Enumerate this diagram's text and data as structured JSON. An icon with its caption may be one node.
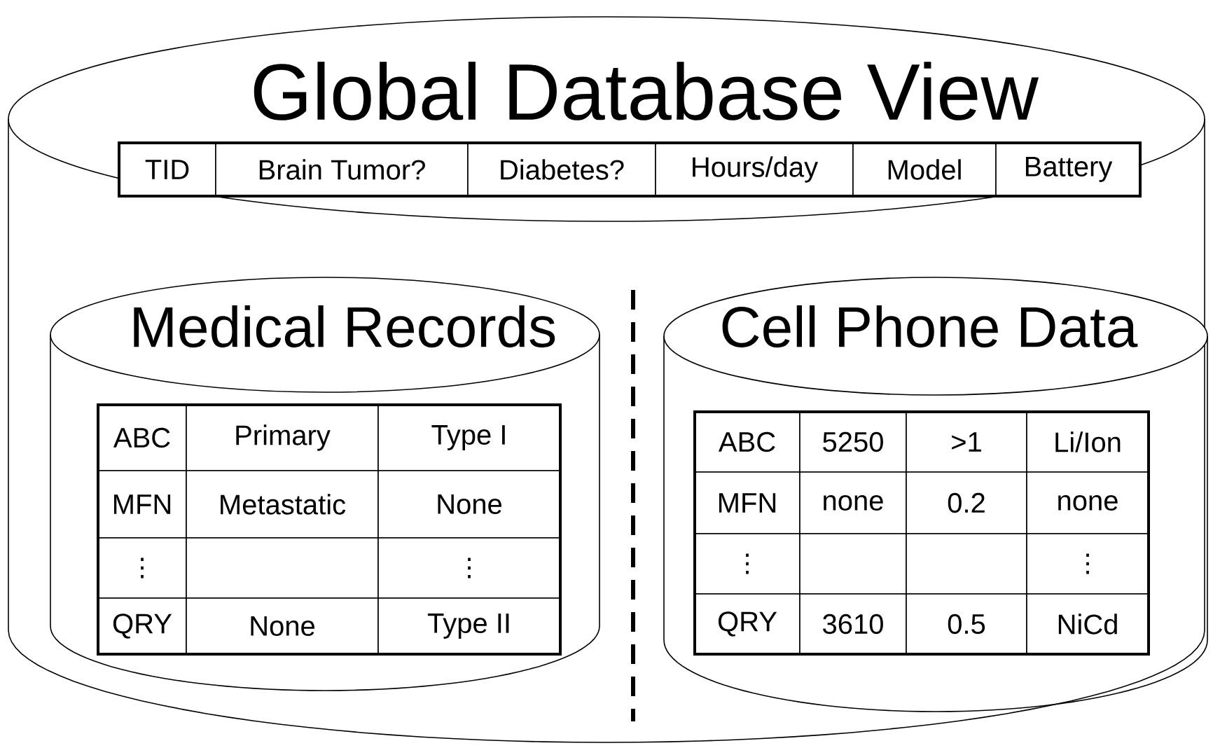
{
  "diagram": {
    "nodes": [
      {
        "text": [
          "Global Database View"
        ]
      },
      {
        "text": [
          "Medical Records"
        ],
        "in": 0
      },
      {
        "text": [
          "Cell Phone Data"
        ],
        "in": 0
      }
    ],
    "labels": [
      "TID",
      "Brain Tumor?",
      "Diabetes?",
      "Hours/day",
      "Model",
      "Battery",
      "ABC",
      "Primary",
      "Type I",
      "MFN",
      "Metastatic",
      "None",
      "⋮",
      "⋮",
      "QRY",
      "None",
      "Type II",
      "ABC",
      "5250",
      ">1",
      "Li/Ion",
      "MFN",
      "none",
      "0.2",
      "none",
      "⋮",
      "⋮",
      "QRY",
      "3610",
      "0.5",
      "NiCd"
    ]
  }
}
